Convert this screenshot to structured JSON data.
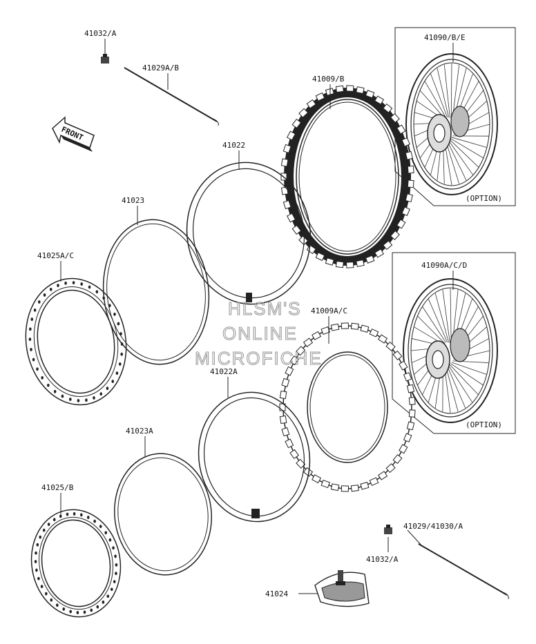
{
  "labels": {
    "p41032a_top": "41032/A",
    "p41029ab": "41029A/B",
    "p41009b": "41009/B",
    "p41090be": "41090/B/E",
    "option_top": "(OPTION)",
    "front": "FRONT",
    "p41022": "41022",
    "p41023": "41023",
    "p41025ac": "41025A/C",
    "p41090acd": "41090A/C/D",
    "p41009ac": "41009A/C",
    "p41022a": "41022A",
    "option_bottom": "(OPTION)",
    "p41023a": "41023A",
    "p41025b": "41025/B",
    "p41029_41030a": "41029/41030/A",
    "p41032a_bottom": "41032/A",
    "p41024": "41024"
  },
  "watermark": {
    "line1": "HLSM'S",
    "line2": "ONLINE",
    "line3": "MICROFICHE"
  }
}
